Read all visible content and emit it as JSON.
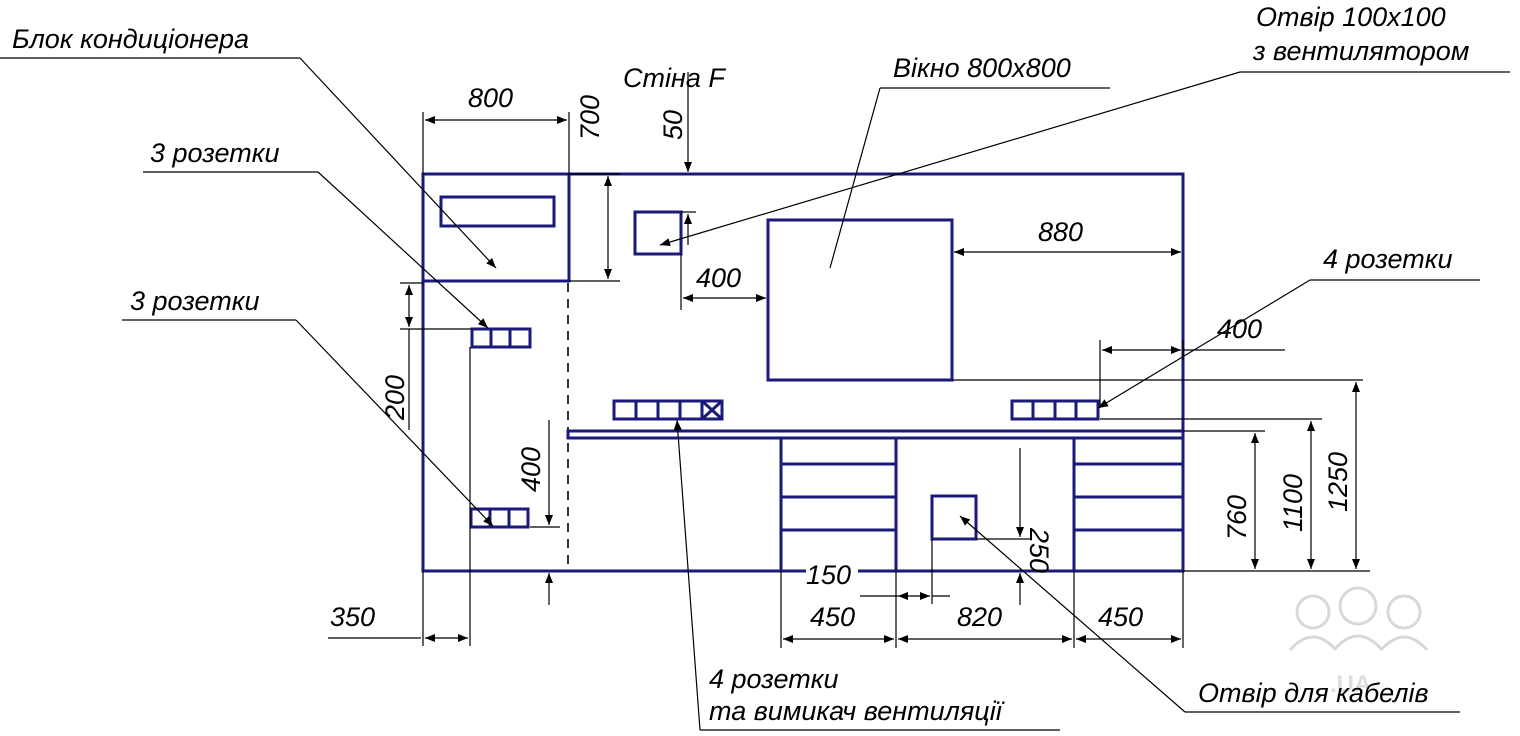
{
  "colors": {
    "outline": "#1a1a7a",
    "lines": "#000000",
    "background": "#ffffff"
  },
  "callouts": {
    "ac_unit": "Блок кондиціонера",
    "sockets_3_upper": "3 розетки",
    "sockets_3_lower": "3 розетки",
    "wall": "Стіна F",
    "window": "Вікно 800х800",
    "vent_hole_line1": "Отвір 100х100",
    "vent_hole_line2": "з вентилятором",
    "sockets_4_right": "4 розетки",
    "sockets_4_bottom_line1": "4 розетки",
    "sockets_4_bottom_line2": "та вимикач вентиляції",
    "cable_hole": "Отвір для кабелів"
  },
  "dimensions": {
    "ac_width": "800",
    "ac_height": "700",
    "vent_offset": "50",
    "window_gap": "400",
    "window_right": "880",
    "right_sockets_offset": "400",
    "left_sockets_spacing": "200",
    "left_lower_socket_height": "400",
    "left_offset": "350",
    "table_top": "760",
    "right_sockets_height": "1100",
    "window_bottom": "1250",
    "cable_hole_height": "250",
    "cable_hole_offset": "150",
    "left_cabinet_width": "450",
    "middle_gap_width": "820",
    "right_cabinet_width": "450"
  }
}
